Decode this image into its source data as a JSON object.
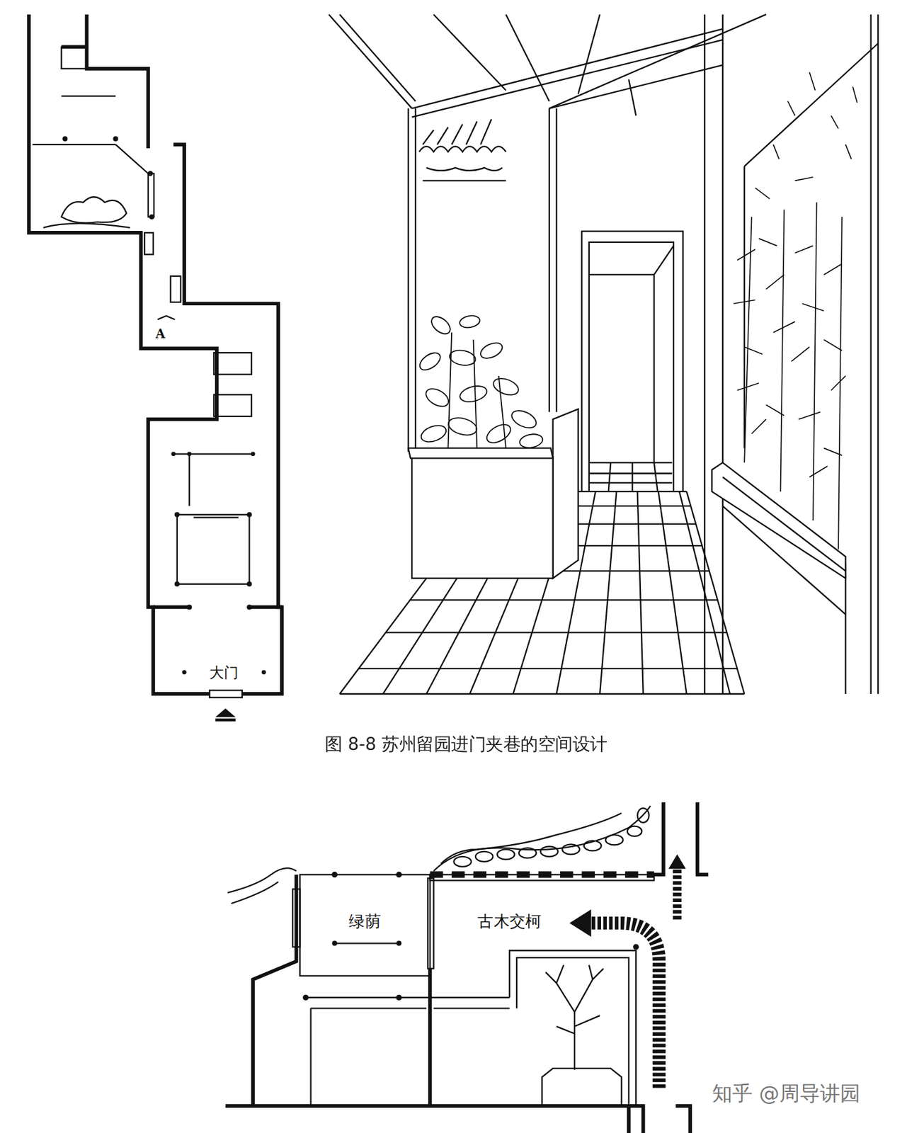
{
  "diagram": {
    "caption": "图 8-8 苏州留园进门夹巷的空间设计",
    "nodes": [
      {
        "text": [
          "大门"
        ]
      },
      {
        "text": [
          "绿荫"
        ]
      },
      {
        "text": [
          "古木交柯"
        ]
      }
    ],
    "labels": [
      "A",
      "知乎 @周导讲园"
    ]
  }
}
